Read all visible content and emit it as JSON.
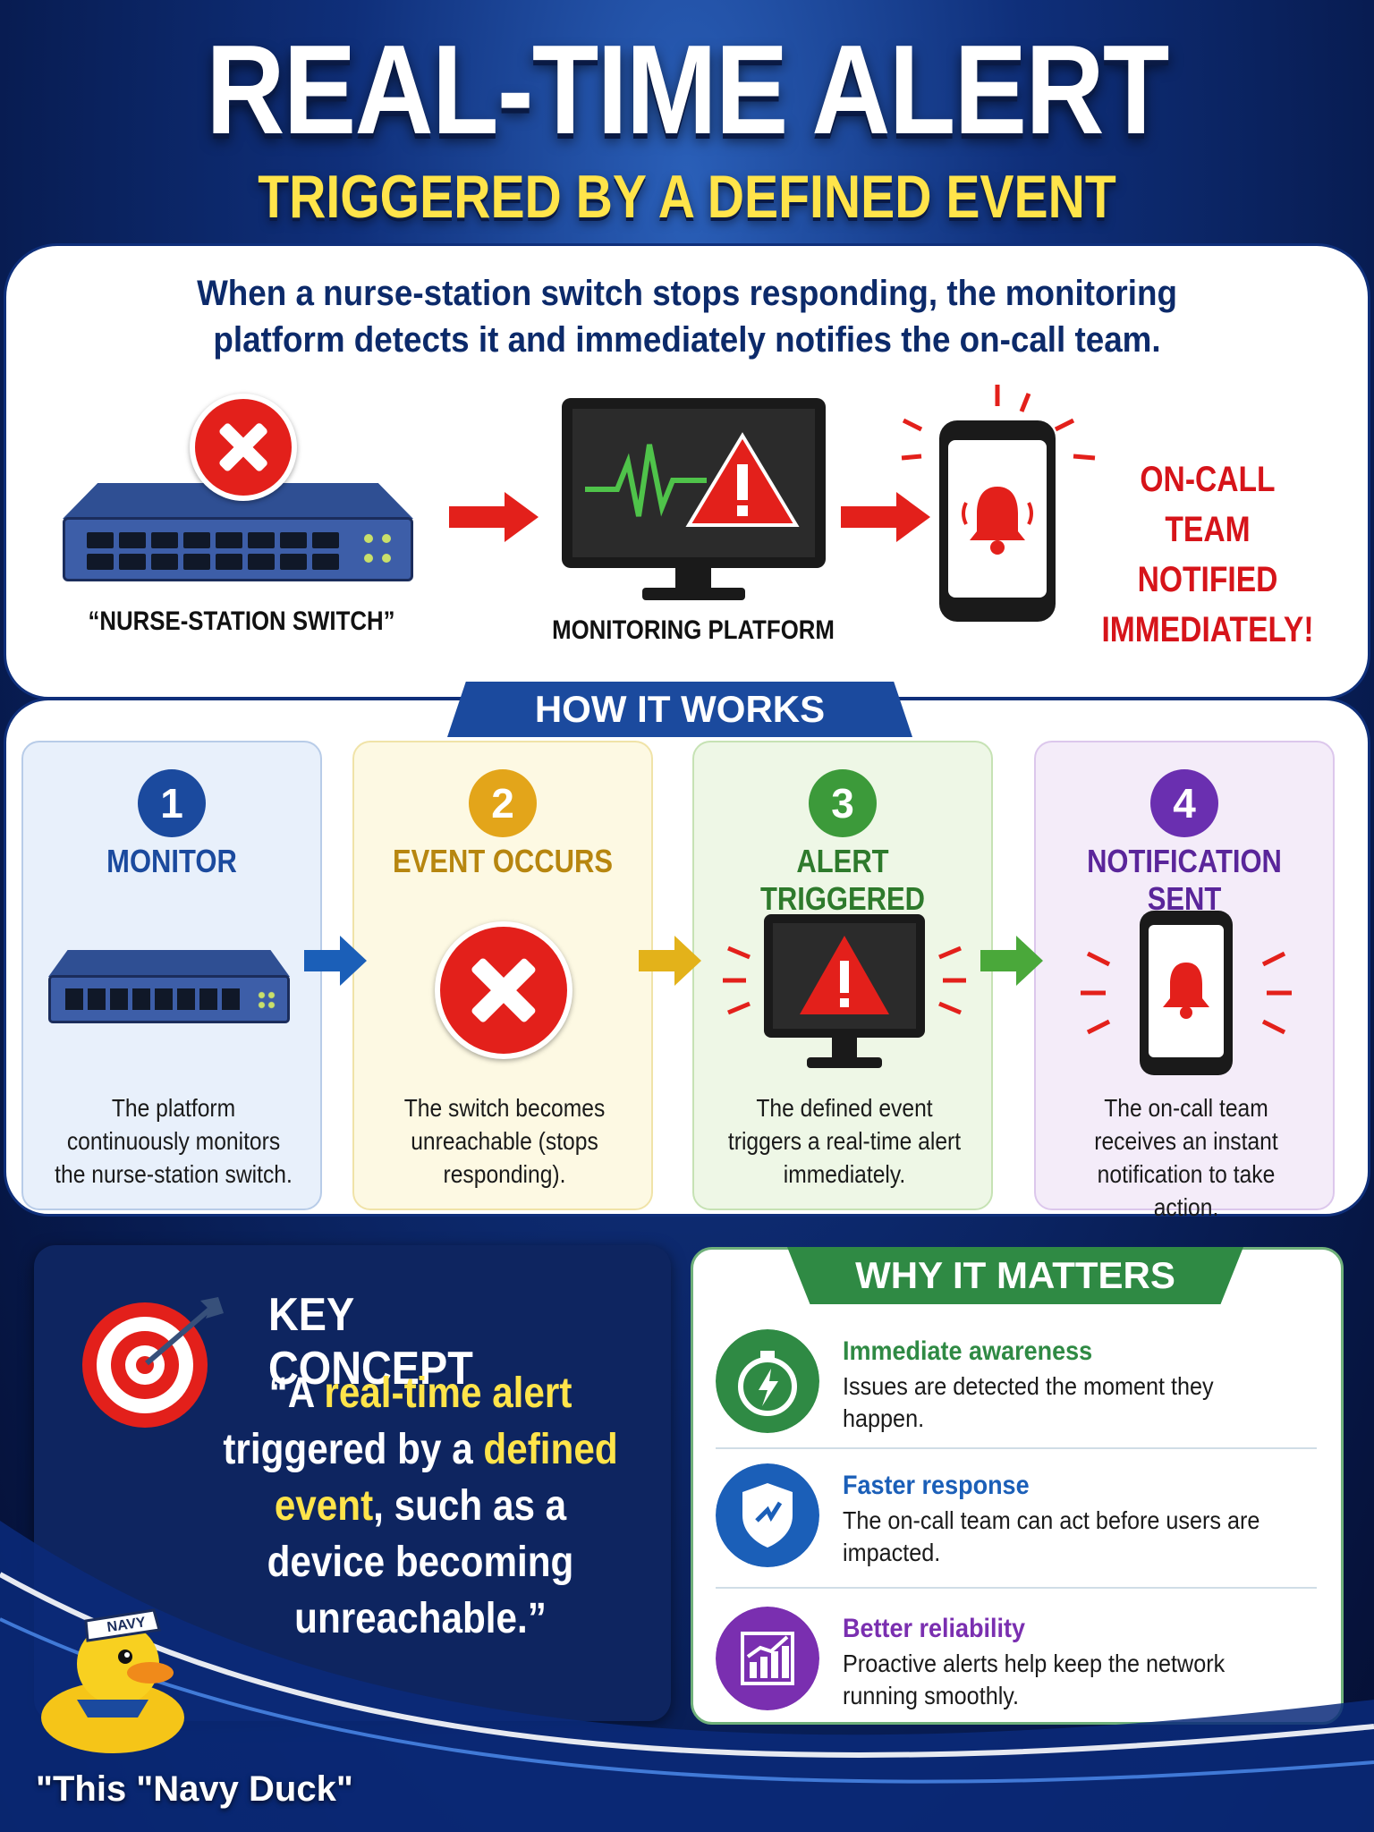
{
  "header": {
    "title": "REAL-TIME ALERT",
    "subtitle": "TRIGGERED BY A DEFINED EVENT"
  },
  "intro": {
    "text": "When a nurse-station switch stops responding, the monitoring platform detects it and immediately notifies the on-call team."
  },
  "flow": {
    "switch_label": "“NURSE-STATION SWITCH”",
    "monitor_label": "MONITORING PLATFORM",
    "oncall_line1": "ON-CALL TEAM",
    "oncall_line2": "NOTIFIED",
    "oncall_line3": "IMMEDIATELY!"
  },
  "how": {
    "banner": "HOW IT WORKS",
    "steps": [
      {
        "num": "1",
        "title": "MONITOR",
        "desc": "The platform continuously monitors the nurse-station switch.",
        "color": "#1b4a9e",
        "bg": "#e8f0fb"
      },
      {
        "num": "2",
        "title": "EVENT OCCURS",
        "desc": "The switch becomes unreachable (stops responding).",
        "color": "#e3a51a",
        "bg": "#fdf9e3"
      },
      {
        "num": "3",
        "title": "ALERT TRIGGERED",
        "desc": "The defined event triggers a real-time alert immediately.",
        "color": "#3c9a3a",
        "bg": "#eef7e6"
      },
      {
        "num": "4",
        "title": "NOTIFICATION SENT",
        "desc": "The on-call team receives an instant notification to take action.",
        "color": "#6a2fb0",
        "bg": "#f4ecf9"
      }
    ]
  },
  "key": {
    "title": "KEY CONCEPT",
    "q1": "“A ",
    "q2": "real-time alert",
    "q3": " triggered by a ",
    "q4": "defined event",
    "q5": ", such as a device becoming unreachable.”"
  },
  "why": {
    "banner": "WHY IT MATTERS",
    "items": [
      {
        "head": "Immediate awareness",
        "text": "Issues are detected the moment they happen.",
        "icon": "stopwatch-icon",
        "color": "#2f8a44"
      },
      {
        "head": "Faster response",
        "text": "The on-call team can act before users are impacted.",
        "icon": "shield-icon",
        "color": "#1b5fb8"
      },
      {
        "head": "Better reliability",
        "text": "Proactive alerts help keep the network running smoothly.",
        "icon": "growth-chart-icon",
        "color": "#7a2fb0"
      }
    ]
  },
  "footer": {
    "duck_hat": "NAVY",
    "caption": "\"This \"Navy Duck\""
  },
  "colors": {
    "alert_red": "#e3201b",
    "accent_yellow": "#ffe44a",
    "navy": "#0e2560"
  }
}
